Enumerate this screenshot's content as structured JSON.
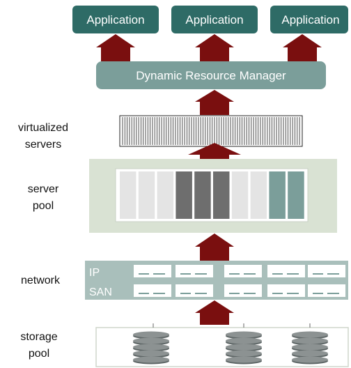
{
  "colors": {
    "app_box": "#2e6b66",
    "manager_box": "#7b9e9a",
    "arrow": "#7a0f0f",
    "pool_bg": "#d9e2d3",
    "network_bg": "#a9bfbb",
    "server_light": "#e4e4e4",
    "server_dark": "#6e6e6e",
    "server_teal": "#7b9e9a",
    "disk": "#8c9292"
  },
  "applications": [
    {
      "label": "Application"
    },
    {
      "label": "Application"
    },
    {
      "label": "Application"
    }
  ],
  "manager": {
    "label": "Dynamic Resource Manager"
  },
  "layers": {
    "virtualized": {
      "line1": "virtualized",
      "line2": "servers"
    },
    "server_pool": {
      "line1": "server",
      "line2": "pool"
    },
    "network": {
      "line1": "network",
      "ip_label": "IP",
      "san_label": "SAN"
    },
    "storage": {
      "line1": "storage",
      "line2": "pool"
    }
  },
  "server_pool": {
    "servers": [
      "light",
      "light",
      "light",
      "dark",
      "dark",
      "dark",
      "light",
      "light",
      "teal",
      "teal"
    ]
  },
  "icons": {
    "arrow": "up-arrow-icon",
    "disk": "disk-stack-icon",
    "port": "network-port-icon"
  }
}
